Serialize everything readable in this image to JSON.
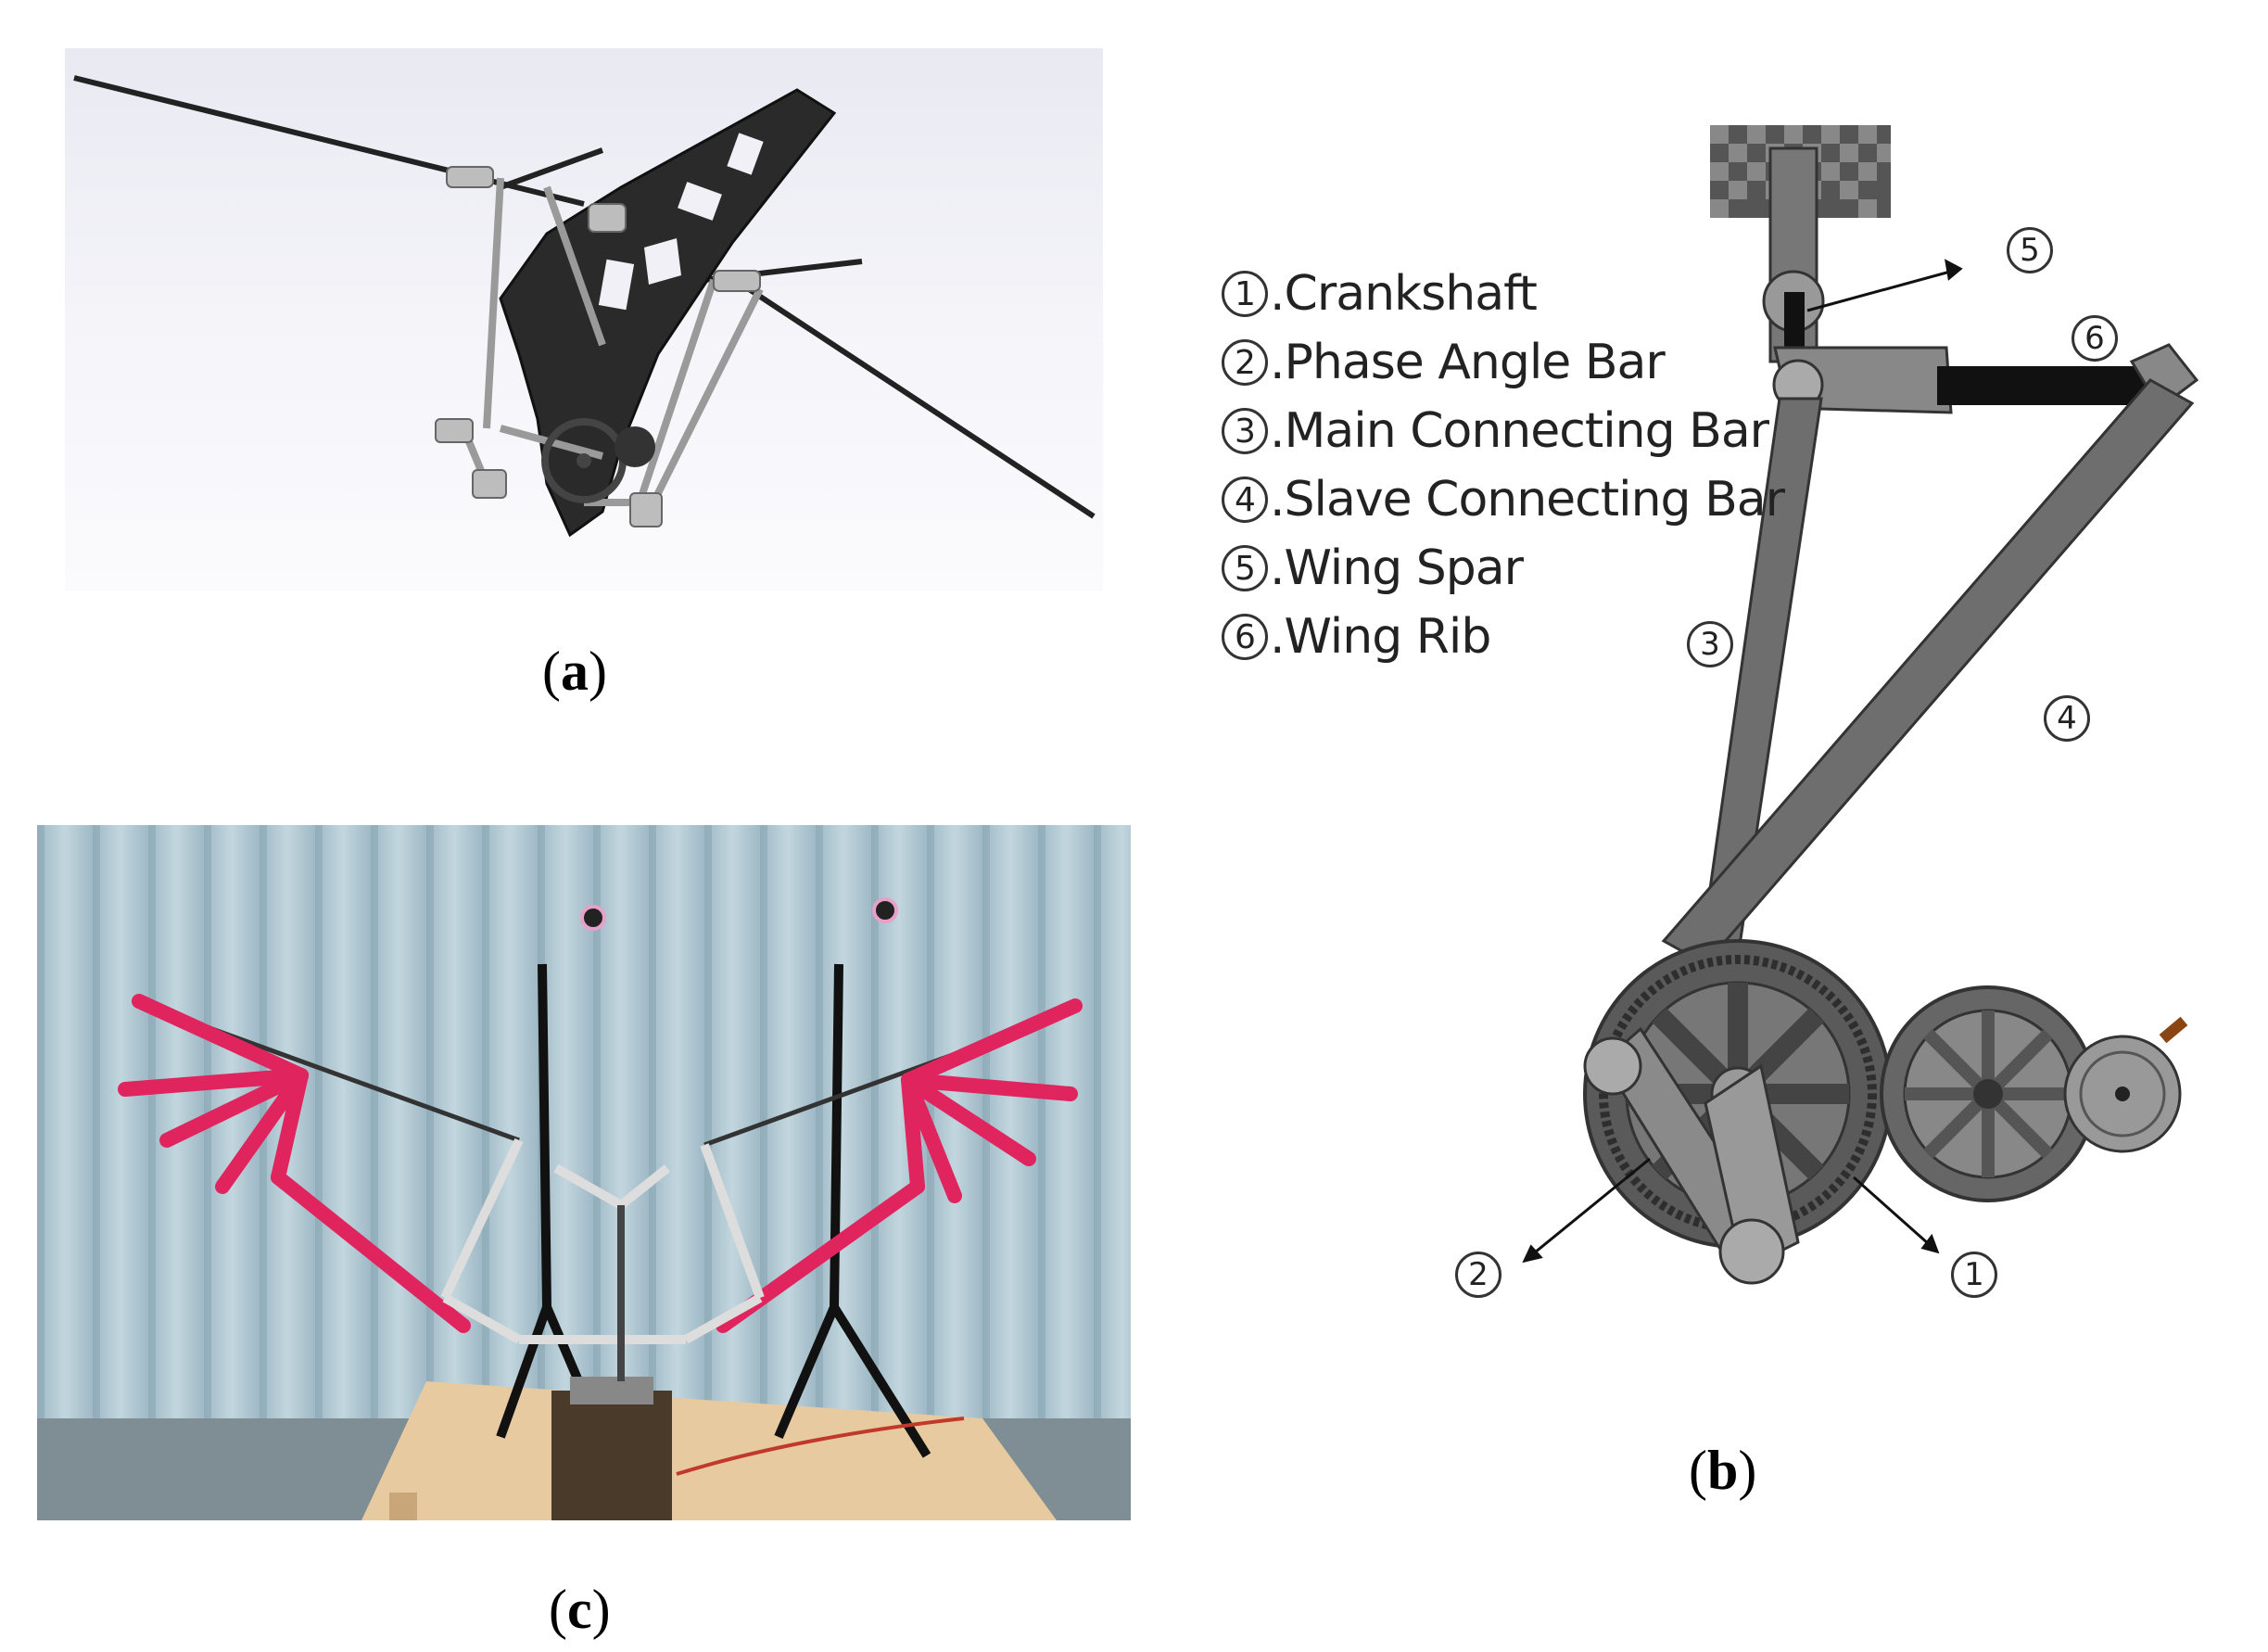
{
  "captions": {
    "a": "a",
    "b": "b",
    "c": "c"
  },
  "legend": [
    {
      "num": "1",
      "label": ".Crankshaft"
    },
    {
      "num": "2",
      "label": ".Phase Angle Bar"
    },
    {
      "num": "3",
      "label": ".Main Connecting Bar"
    },
    {
      "num": "4",
      "label": ".Slave Connecting Bar"
    },
    {
      "num": "5",
      "label": ".Wing Spar"
    },
    {
      "num": "6",
      "label": ".Wing Rib"
    }
  ],
  "callouts": [
    "1",
    "2",
    "3",
    "4",
    "5",
    "6"
  ],
  "colors": {
    "carbon": "#2a2a2a",
    "metal": "#8a8a8a",
    "gear": "#555555",
    "wing_pink": "#e0245e",
    "curtain": "#a9c3cf",
    "table": "#e8caa0"
  }
}
